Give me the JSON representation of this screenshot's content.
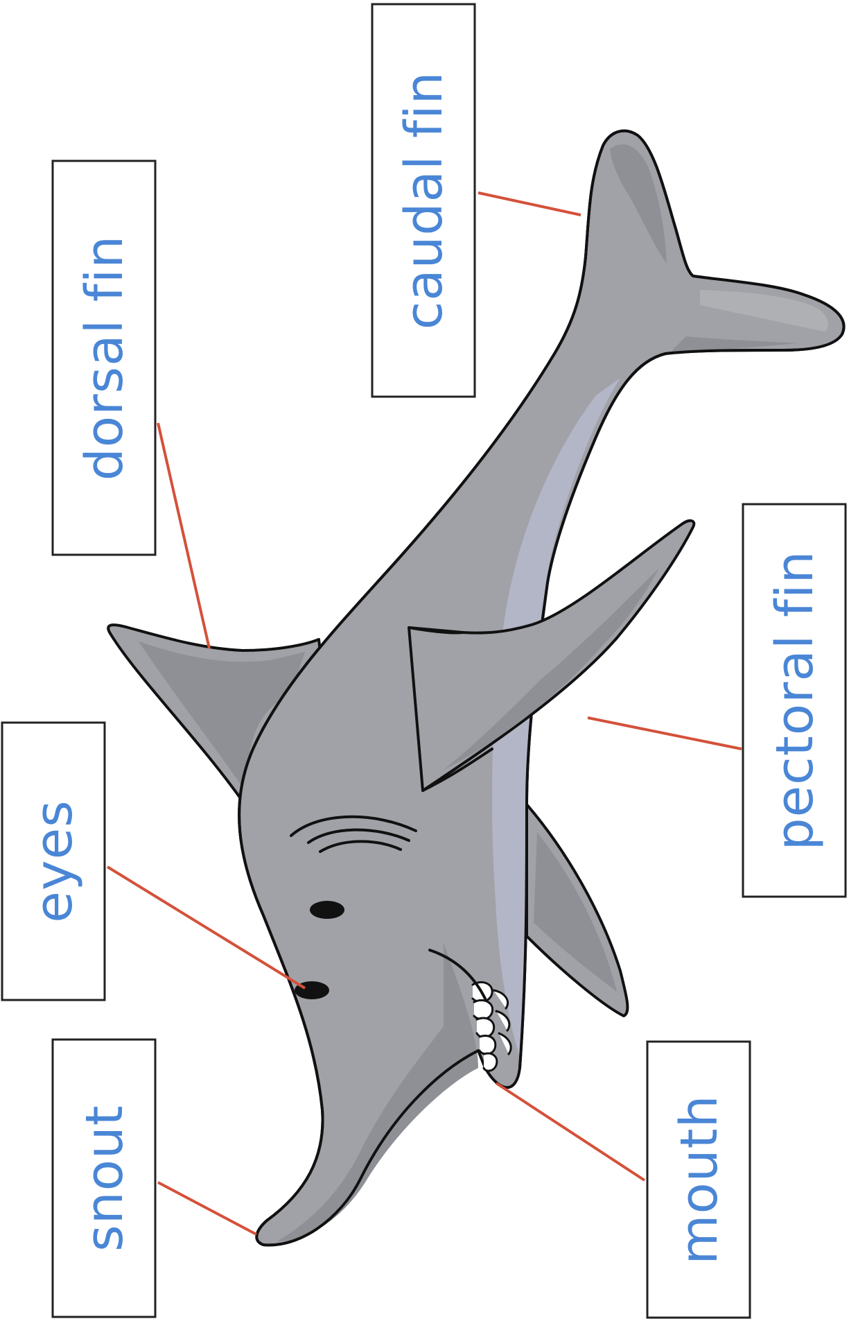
{
  "colors": {
    "label_text": "#4a86d6",
    "leader_line": "#d4513a",
    "shark_body": "#a1a2a8",
    "shark_shade": "#8e9096",
    "shark_belly": "#b3b6c6",
    "outline": "#111111"
  },
  "labels": {
    "dorsal_fin": "dorsal fin",
    "caudal_fin": "caudal fin",
    "pectoral_fin": "pectoral fin",
    "eyes": "eyes",
    "snout": "snout",
    "mouth": "mouth"
  }
}
